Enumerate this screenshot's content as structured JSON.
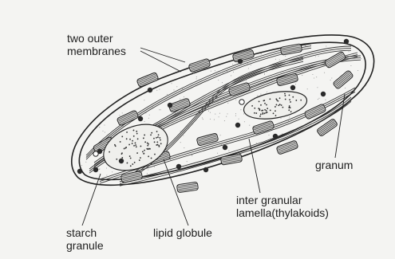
{
  "labels": {
    "outer_membranes": [
      "two outer",
      "membranes"
    ],
    "granum": "granum",
    "inter_granular": [
      "inter granular",
      "lamella(thylakoids)"
    ],
    "starch_granule": [
      "starch",
      "granule"
    ],
    "lipid_globule": "lipid globule"
  }
}
